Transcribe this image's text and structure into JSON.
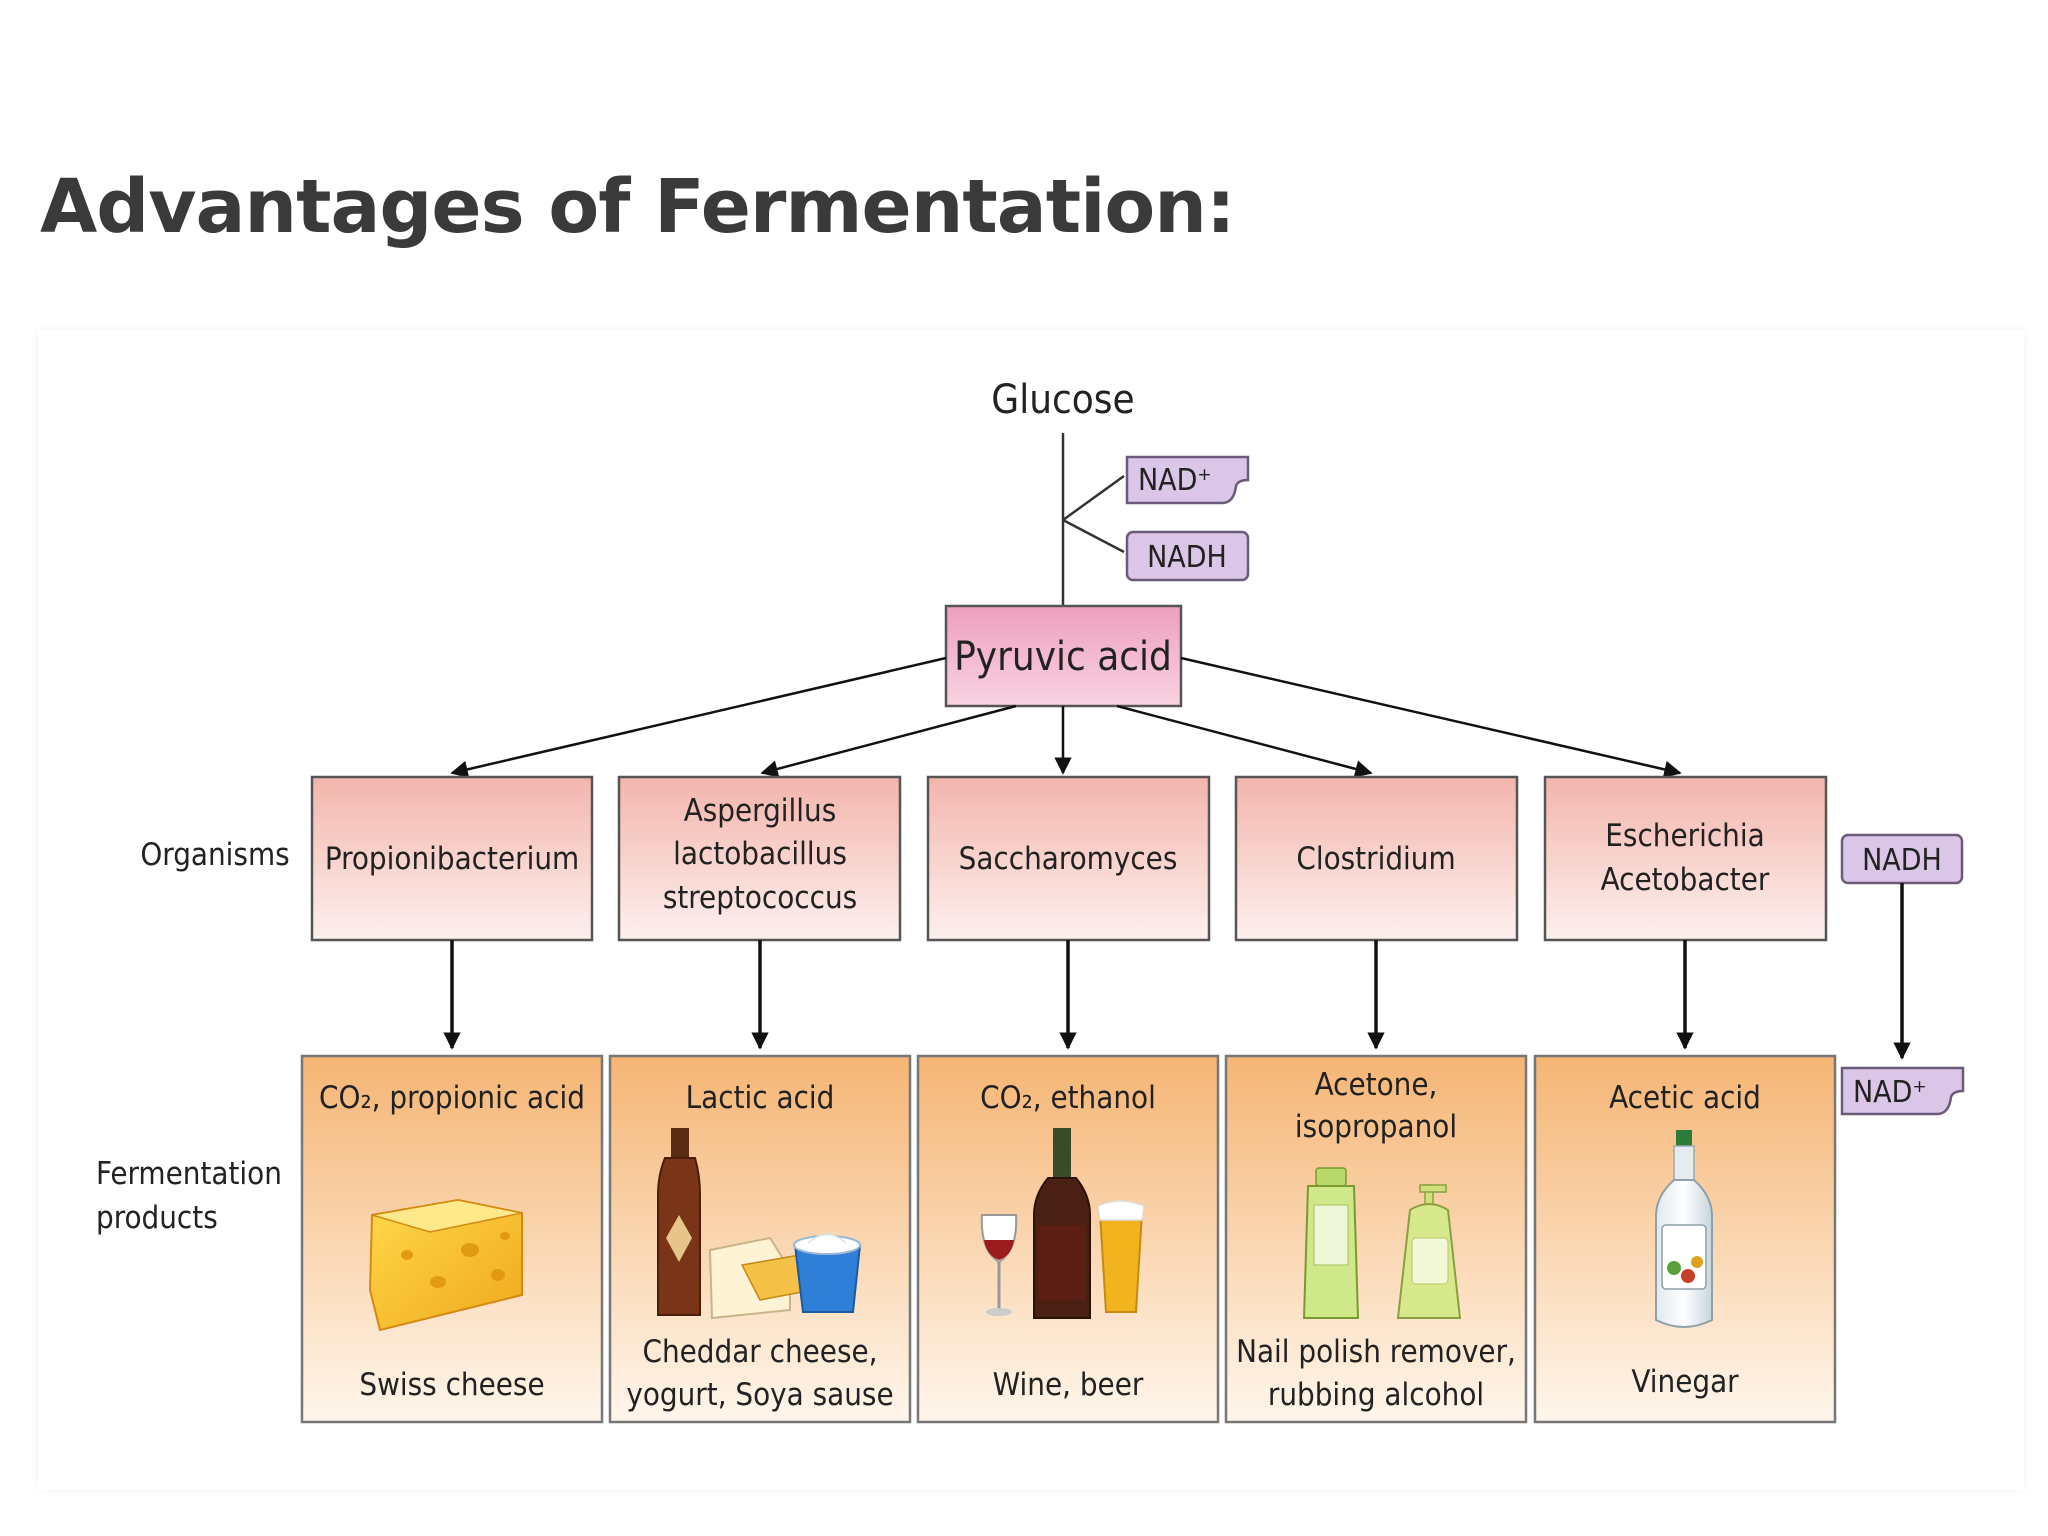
{
  "page": {
    "title": "Advantages of Fermentation:"
  },
  "diagram": {
    "source": "Glucose",
    "cofactor_in": "NAD⁺",
    "cofactor_out": "NADH",
    "intermediate": "Pyruvic acid",
    "row_labels": {
      "organisms": "Organisms",
      "products_line1": "Fermentation",
      "products_line2": "products"
    },
    "side_cycle": {
      "top": "NADH",
      "bottom": "NAD⁺"
    },
    "pathways": [
      {
        "organism_lines": [
          "Propionibacterium"
        ],
        "product_lines": [
          "CO₂, propionic acid"
        ],
        "example_lines": [
          "Swiss cheese"
        ],
        "illustration": "swiss-cheese"
      },
      {
        "organism_lines": [
          "Aspergillus",
          "lactobacillus",
          "streptococcus"
        ],
        "product_lines": [
          "Lactic acid"
        ],
        "example_lines": [
          "Cheddar cheese,",
          "yogurt, Soya sause"
        ],
        "illustration": "sauce-cheese-yogurt"
      },
      {
        "organism_lines": [
          "Saccharomyces"
        ],
        "product_lines": [
          "CO₂, ethanol"
        ],
        "example_lines": [
          "Wine, beer"
        ],
        "illustration": "wine-beer"
      },
      {
        "organism_lines": [
          "Clostridium"
        ],
        "product_lines": [
          "Acetone,",
          "isopropanol"
        ],
        "example_lines": [
          "Nail polish remover,",
          "rubbing alcohol"
        ],
        "illustration": "solvent-bottles"
      },
      {
        "organism_lines": [
          "Escherichia",
          "Acetobacter"
        ],
        "product_lines": [
          "Acetic acid"
        ],
        "example_lines": [
          "Vinegar"
        ],
        "illustration": "vinegar-bottle"
      }
    ],
    "colors": {
      "organism_box_top": "#f3b5ac",
      "product_box_top": "#f5b574",
      "pyruvic_box": "#ee9fbe",
      "nad_tag": "#dcc6e8",
      "nad_border": "#6b5a7a"
    }
  }
}
